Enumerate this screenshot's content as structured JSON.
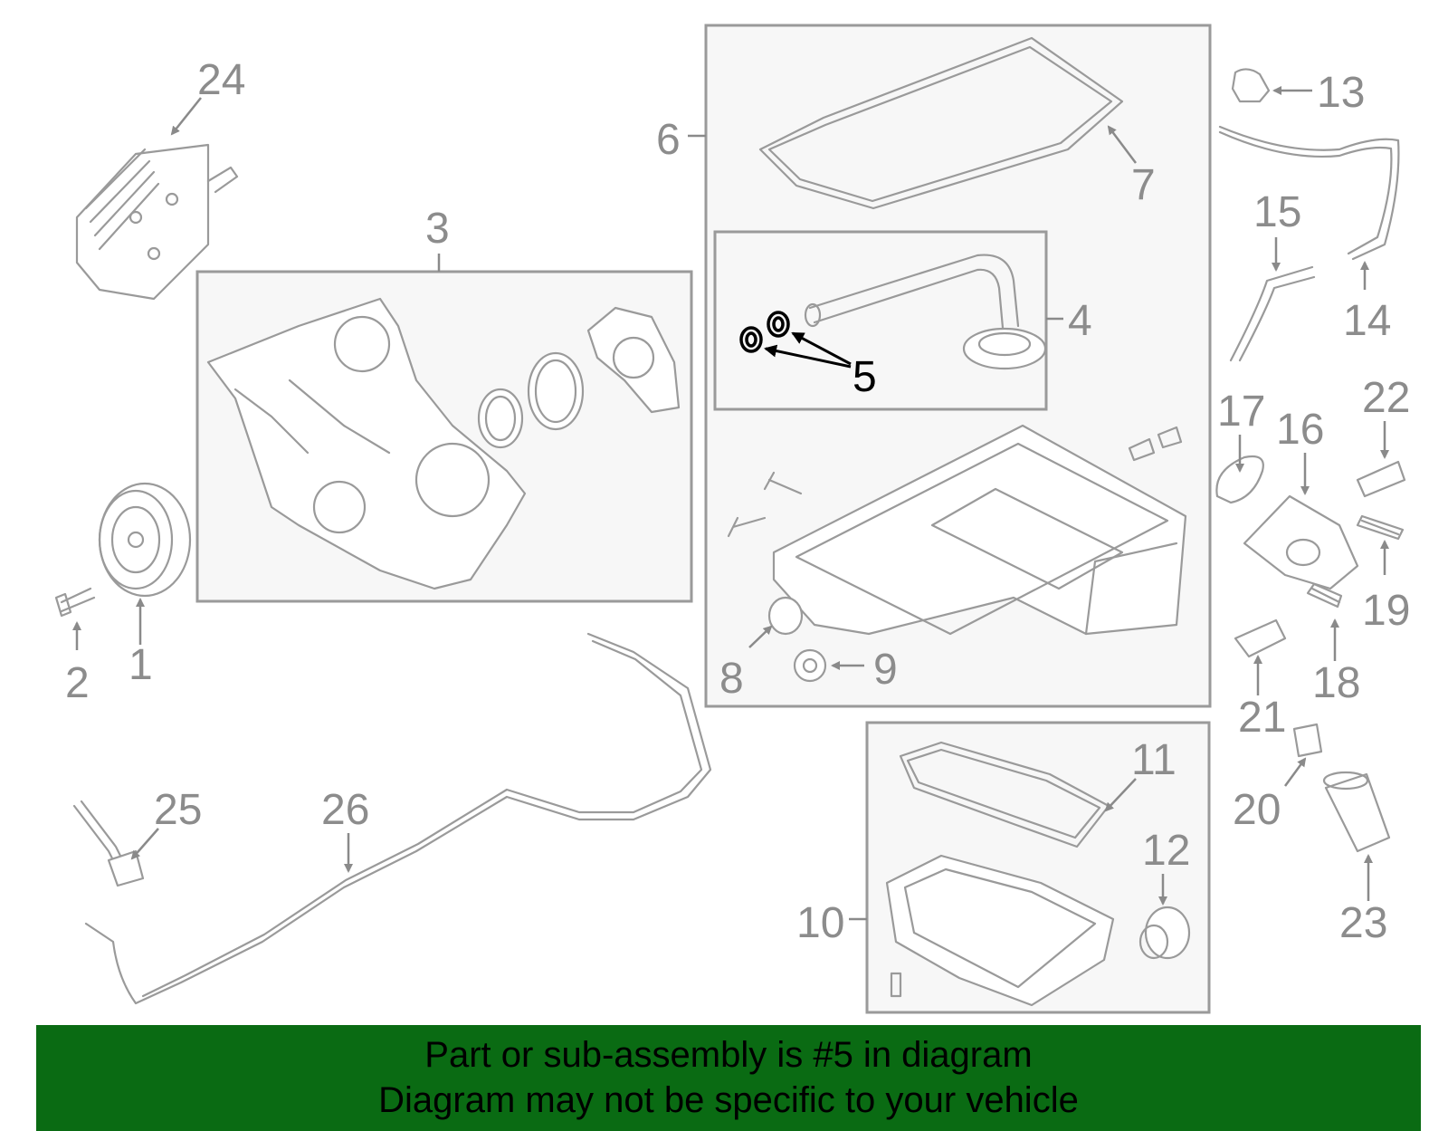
{
  "callouts": {
    "c1": "1",
    "c2": "2",
    "c3": "3",
    "c4": "4",
    "c5": "5",
    "c6": "6",
    "c7": "7",
    "c8": "8",
    "c9": "9",
    "c10": "10",
    "c11": "11",
    "c12": "12",
    "c13": "13",
    "c14": "14",
    "c15": "15",
    "c16": "16",
    "c17": "17",
    "c18": "18",
    "c19": "19",
    "c20": "20",
    "c21": "21",
    "c22": "22",
    "c23": "23",
    "c24": "24",
    "c25": "25",
    "c26": "26"
  },
  "highlighted_part": "5",
  "colors": {
    "line": "#9a9a9a",
    "highlight": "#000000",
    "banner": "#0a6b13"
  },
  "banner": {
    "line1": "Part or sub-assembly is #5 in diagram",
    "line2": "Diagram may not be specific to your vehicle"
  }
}
